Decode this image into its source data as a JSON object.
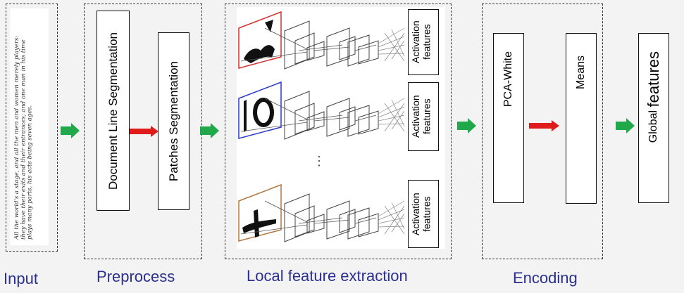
{
  "stages": {
    "input": {
      "caption": "Input",
      "document_text": "All the world's a stage, and all the men and women merely players: they have their exits and their entrances; and one man in his time plays many parts, his acts being seven ages."
    },
    "preprocess": {
      "caption": "Preprocess",
      "steps": [
        "Document Line Segmentation",
        "Patches Segmentation"
      ]
    },
    "local_feature_extraction": {
      "caption": "Local feature extraction",
      "rows": [
        {
          "output_label": "Activation features",
          "frame_color": "#d03030"
        },
        {
          "output_label": "Activation features",
          "frame_color": "#2a3bcc"
        },
        {
          "output_label": "Activation features",
          "frame_color": "#b07840"
        }
      ],
      "ellipsis": "⋮"
    },
    "encoding": {
      "caption": "Encoding",
      "steps": [
        "PCA-White",
        "Means"
      ]
    },
    "output": {
      "label_small": "Global",
      "label_large": "features"
    }
  },
  "colors": {
    "green_arrow": "#21a84a",
    "red_arrow": "#e01b1b",
    "caption": "#2b2f8f"
  }
}
